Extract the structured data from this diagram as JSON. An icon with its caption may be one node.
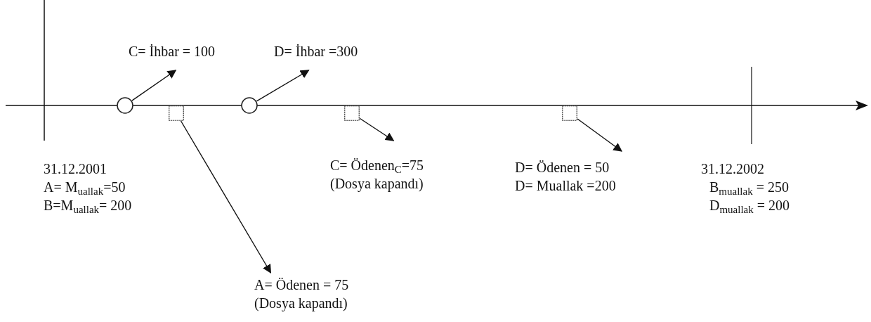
{
  "diagram": {
    "nodes": [
      {
        "text": [],
        "shape": "circle"
      },
      {
        "text": [],
        "shape": "circle"
      },
      {
        "text": [],
        "shape": "box"
      },
      {
        "text": [],
        "shape": "box"
      },
      {
        "text": [],
        "shape": "box"
      },
      {
        "text": [
          "C= İhbar = 100"
        ]
      },
      {
        "text": [
          "D= İhbar =300"
        ]
      },
      {
        "text": [
          "A= Ödenen = 75",
          "(Dosya kapandı)"
        ]
      },
      {
        "text": [
          "C=  Ödenen$_{C}$=75",
          "(Dosya kapandı)"
        ]
      },
      {
        "text": [
          "D= Ödenen = 50",
          "D= Muallak =200"
        ]
      }
    ],
    "edges": [
      {
        "from": 0,
        "to": 5,
        "arrow": "to"
      },
      {
        "from": 1,
        "to": 6,
        "arrow": "to"
      },
      {
        "from": 2,
        "to": 7,
        "arrow": "to"
      },
      {
        "from": 3,
        "to": 8,
        "arrow": "to"
      },
      {
        "from": 4,
        "to": 9,
        "arrow": "to"
      }
    ],
    "labels": [
      "31.12.2001",
      "A= M$_{uallak}$=50",
      "B=M$_{uallak}$= 200",
      "31.12.2002",
      "B$_{muallak}$ = 250",
      "D$_{muallak}$ = 200"
    ]
  }
}
